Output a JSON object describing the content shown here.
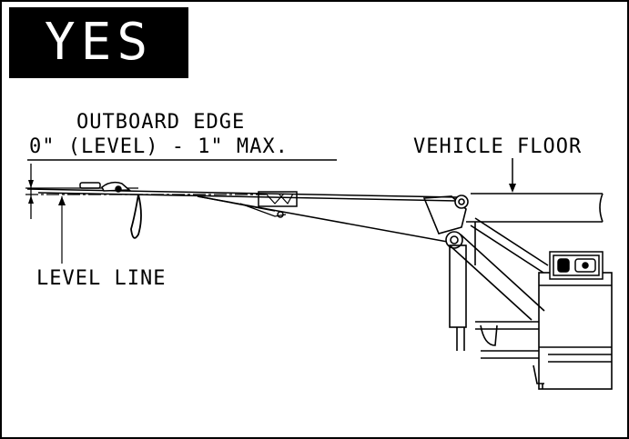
{
  "badge": {
    "text": "YES"
  },
  "labels": {
    "outboard_edge": "OUTBOARD EDGE",
    "tolerance": "0\" (LEVEL) - 1\" MAX.",
    "vehicle_floor": "VEHICLE FLOOR",
    "level_line": "LEVEL LINE"
  },
  "colors": {
    "ink": "#000000",
    "paper": "#ffffff"
  }
}
